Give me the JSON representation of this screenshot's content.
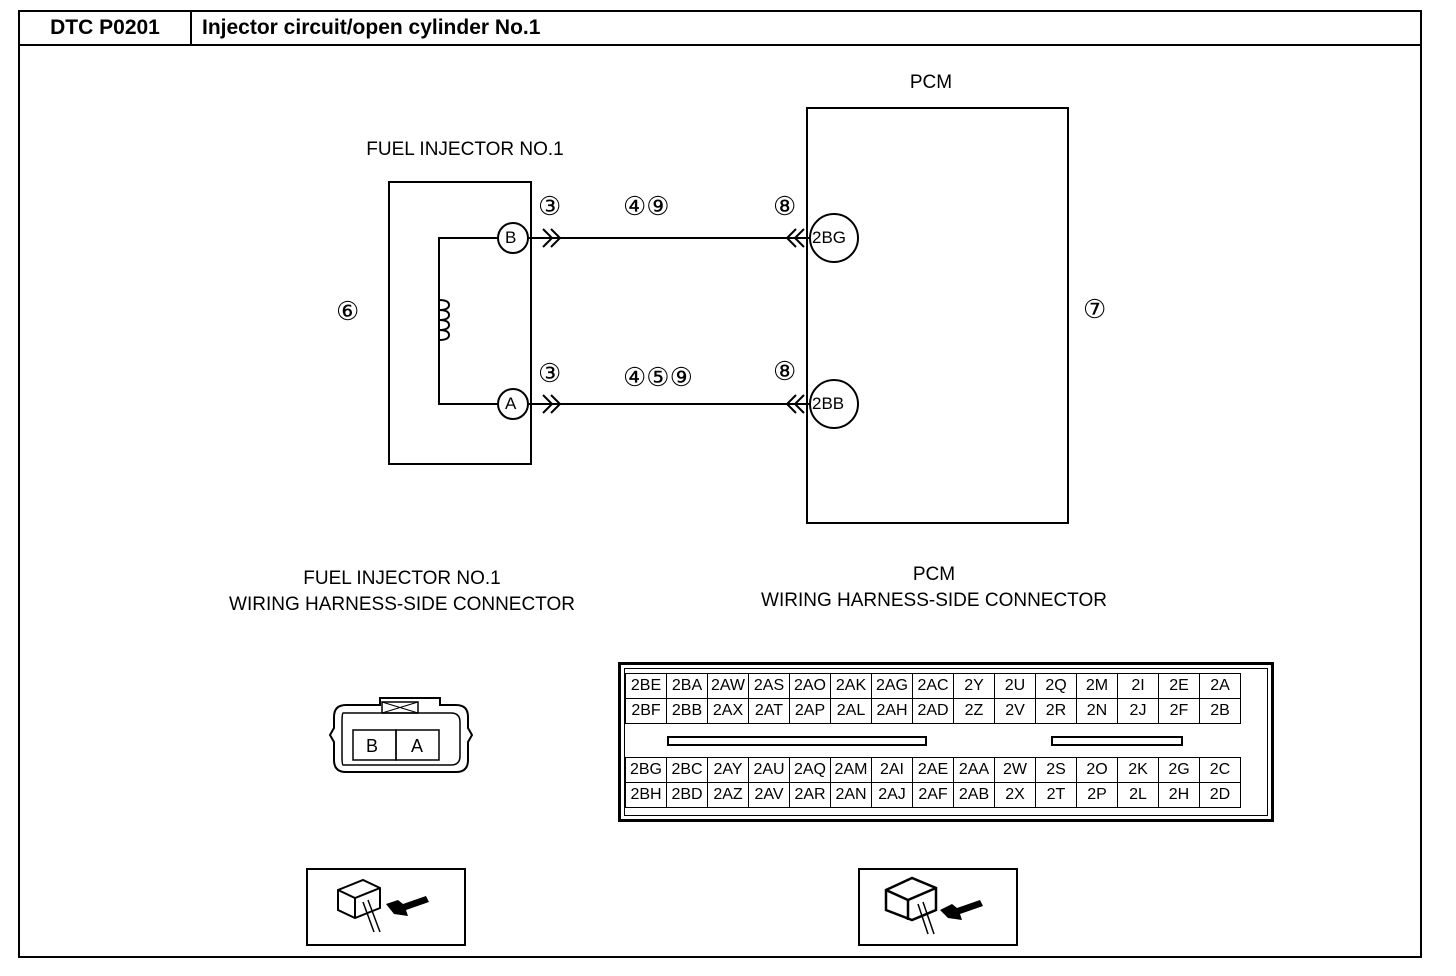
{
  "header": {
    "code": "DTC P0201",
    "title": "Injector circuit/open cylinder No.1"
  },
  "diagram": {
    "pcm_label": "PCM",
    "injector_label": "FUEL INJECTOR NO.1",
    "injector_ref": "⑥",
    "pcm_ref": "⑦",
    "top_wire": {
      "injector_pin": "B",
      "connector_ref": "③",
      "harness_refs": "④⑨",
      "pcm_ref": "⑧",
      "pcm_pin": "2BG"
    },
    "bottom_wire": {
      "injector_pin": "A",
      "connector_ref": "③",
      "harness_refs": "④⑤⑨",
      "pcm_ref": "⑧",
      "pcm_pin": "2BB"
    }
  },
  "injector_connector": {
    "title_line1": "FUEL INJECTOR NO.1",
    "title_line2": "WIRING HARNESS-SIDE CONNECTOR",
    "pins": [
      "B",
      "A"
    ]
  },
  "pcm_connector": {
    "title_line1": "PCM",
    "title_line2": "WIRING HARNESS-SIDE CONNECTOR",
    "upper_rows": [
      [
        "2BE",
        "2BA",
        "2AW",
        "2AS",
        "2AO",
        "2AK",
        "2AG",
        "2AC",
        "2Y",
        "2U",
        "2Q",
        "2M",
        "2I",
        "2E",
        "2A"
      ],
      [
        "2BF",
        "2BB",
        "2AX",
        "2AT",
        "2AP",
        "2AL",
        "2AH",
        "2AD",
        "2Z",
        "2V",
        "2R",
        "2N",
        "2J",
        "2F",
        "2B"
      ]
    ],
    "lower_rows": [
      [
        "2BG",
        "2BC",
        "2AY",
        "2AU",
        "2AQ",
        "2AM",
        "2AI",
        "2AE",
        "2AA",
        "2W",
        "2S",
        "2O",
        "2K",
        "2G",
        "2C"
      ],
      [
        "2BH",
        "2BD",
        "2AZ",
        "2AV",
        "2AR",
        "2AN",
        "2AJ",
        "2AF",
        "2AB",
        "2X",
        "2T",
        "2P",
        "2L",
        "2H",
        "2D"
      ]
    ]
  },
  "icons": {
    "left": "connector-probe-icon",
    "right": "connector-probe-icon"
  }
}
